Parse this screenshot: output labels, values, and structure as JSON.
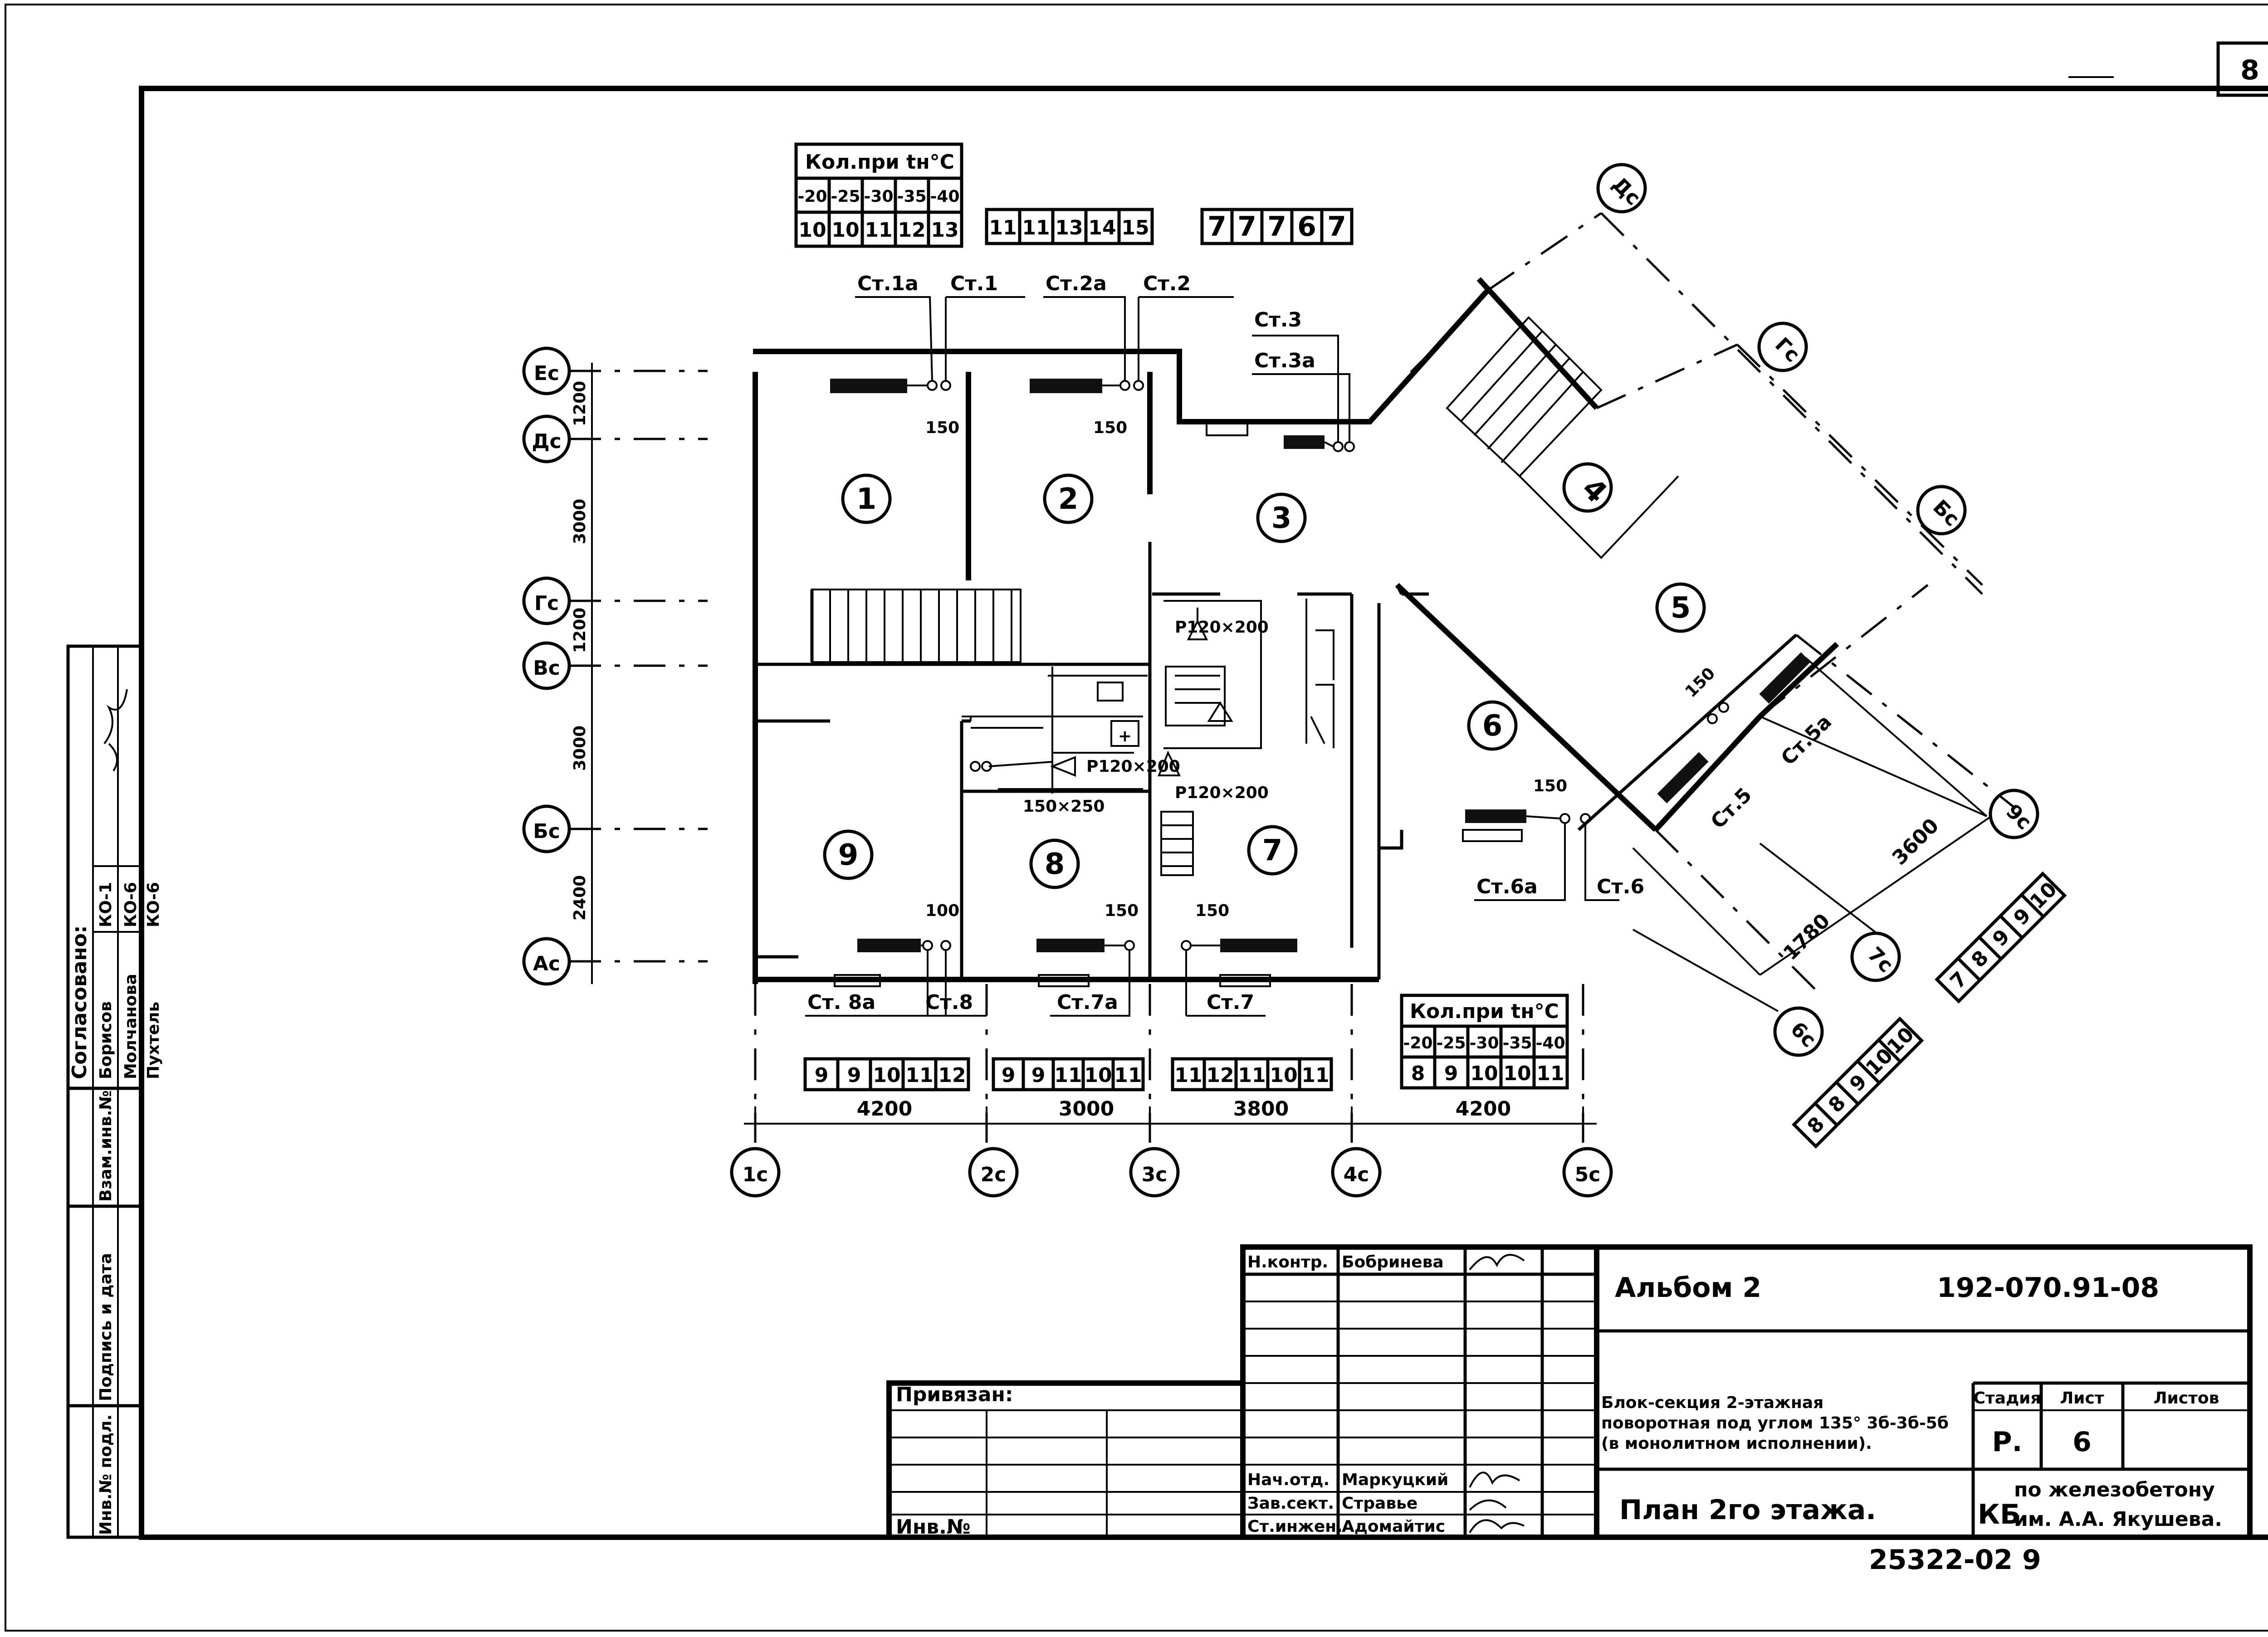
{
  "sheet_number": "8",
  "bottom_code": "25322-02  9",
  "approval": {
    "title": "Согласовано:",
    "rows": [
      {
        "name": "Борисов",
        "code": "КО-1"
      },
      {
        "name": "Молчанова",
        "code": "КО-6"
      },
      {
        "name": "Пухтель",
        "code": "КО-6"
      }
    ]
  },
  "side_fields": [
    "Взам.инв.№",
    "Подпись и дата",
    "Инв.№ подл."
  ],
  "temp_table_1": {
    "title": "Кол.при tн°С",
    "temps": [
      "-20",
      "-25",
      "-30",
      "-35",
      "-40"
    ],
    "values": [
      "10",
      "10",
      "11",
      "12",
      "13"
    ]
  },
  "count_row_2": [
    "11",
    "11",
    "13",
    "14",
    "15"
  ],
  "count_row_3": [
    "7",
    "7",
    "7",
    "6",
    "7"
  ],
  "temp_table_2": {
    "title": "Кол.при tн°С",
    "temps": [
      "-20",
      "-25",
      "-30",
      "-35",
      "-40"
    ],
    "values": [
      "8",
      "9",
      "10",
      "10",
      "11"
    ]
  },
  "bottom_counts": {
    "c1": [
      "9",
      "9",
      "10",
      "11",
      "12"
    ],
    "c2": [
      "9",
      "9",
      "11",
      "10",
      "11"
    ],
    "c3": [
      "11",
      "12",
      "11",
      "10",
      "11"
    ]
  },
  "diag_counts_a": [
    "7",
    "8",
    "9",
    "9",
    "10"
  ],
  "diag_counts_b": [
    "8",
    "8",
    "9",
    "10",
    "10"
  ],
  "axes_left": [
    "Ес",
    "Дс",
    "Гс",
    "Вс",
    "Бс",
    "Ас"
  ],
  "axes_bottom": [
    "1с",
    "2с",
    "3с",
    "4с",
    "5с"
  ],
  "axes_diag": [
    "Дс",
    "Гс",
    "Бс",
    "9с",
    "7с",
    "6с"
  ],
  "dims_left": [
    "1200",
    "3000",
    "1200",
    "3000",
    "2400"
  ],
  "dims_bottom": [
    "4200",
    "3000",
    "3800",
    "4200"
  ],
  "dims_diag": [
    "3600",
    "1780"
  ],
  "dim_150": "150",
  "dim_100": "100",
  "rooms": [
    "1",
    "2",
    "3",
    "4",
    "5",
    "6",
    "7",
    "8",
    "9"
  ],
  "risers": {
    "st1a": "Ст.1а",
    "st1": "Ст.1",
    "st2a": "Ст.2а",
    "st2": "Ст.2",
    "st3": "Ст.3",
    "st3a": "Ст.3а",
    "st5": "Ст.5",
    "st5a": "Ст.5а",
    "st6a": "Ст.6а",
    "st6": "Ст.6",
    "st8a": "Ст. 8а",
    "st8": "Ст.8",
    "st7a": "Ст.7а",
    "st7": "Ст.7"
  },
  "vents": {
    "p1": "Р120×200",
    "p2": "Р120×200",
    "p3": "Р120×200",
    "p4": "150×250"
  },
  "title_block": {
    "n_kontr_label": "Н.контр.",
    "n_kontr_name": "Бобринева",
    "privyazan": "Привязан:",
    "inv_no": "Инв.№",
    "album": "Альбом 2",
    "code": "192-070.91-08",
    "description": "Блок-секция 2-этажная поворотная под углом 135° 3б-3б-5б (в монолитном исполнении).",
    "desc_lines": [
      "Блок-секция 2-этажная",
      "поворотная под углом 135° 3б-3б-5б",
      "(в монолитном исполнении)."
    ],
    "stage_label": "Стадия",
    "sheet_label": "Лист",
    "sheets_label": "Листов",
    "stage_value": "Р.",
    "sheet_value": "6",
    "sheets_value": "",
    "plan_title": "План 2го этажа.",
    "org_mark": "КБ",
    "org_lines": [
      "по железобетону",
      "им. А.А. Якушева."
    ],
    "staff": [
      {
        "role": "Нач.отд.",
        "name": "Маркуцкий"
      },
      {
        "role": "Зав.сект.",
        "name": "Стравье"
      },
      {
        "role": "Ст.инжен.",
        "name": "Адомайтис"
      }
    ]
  }
}
